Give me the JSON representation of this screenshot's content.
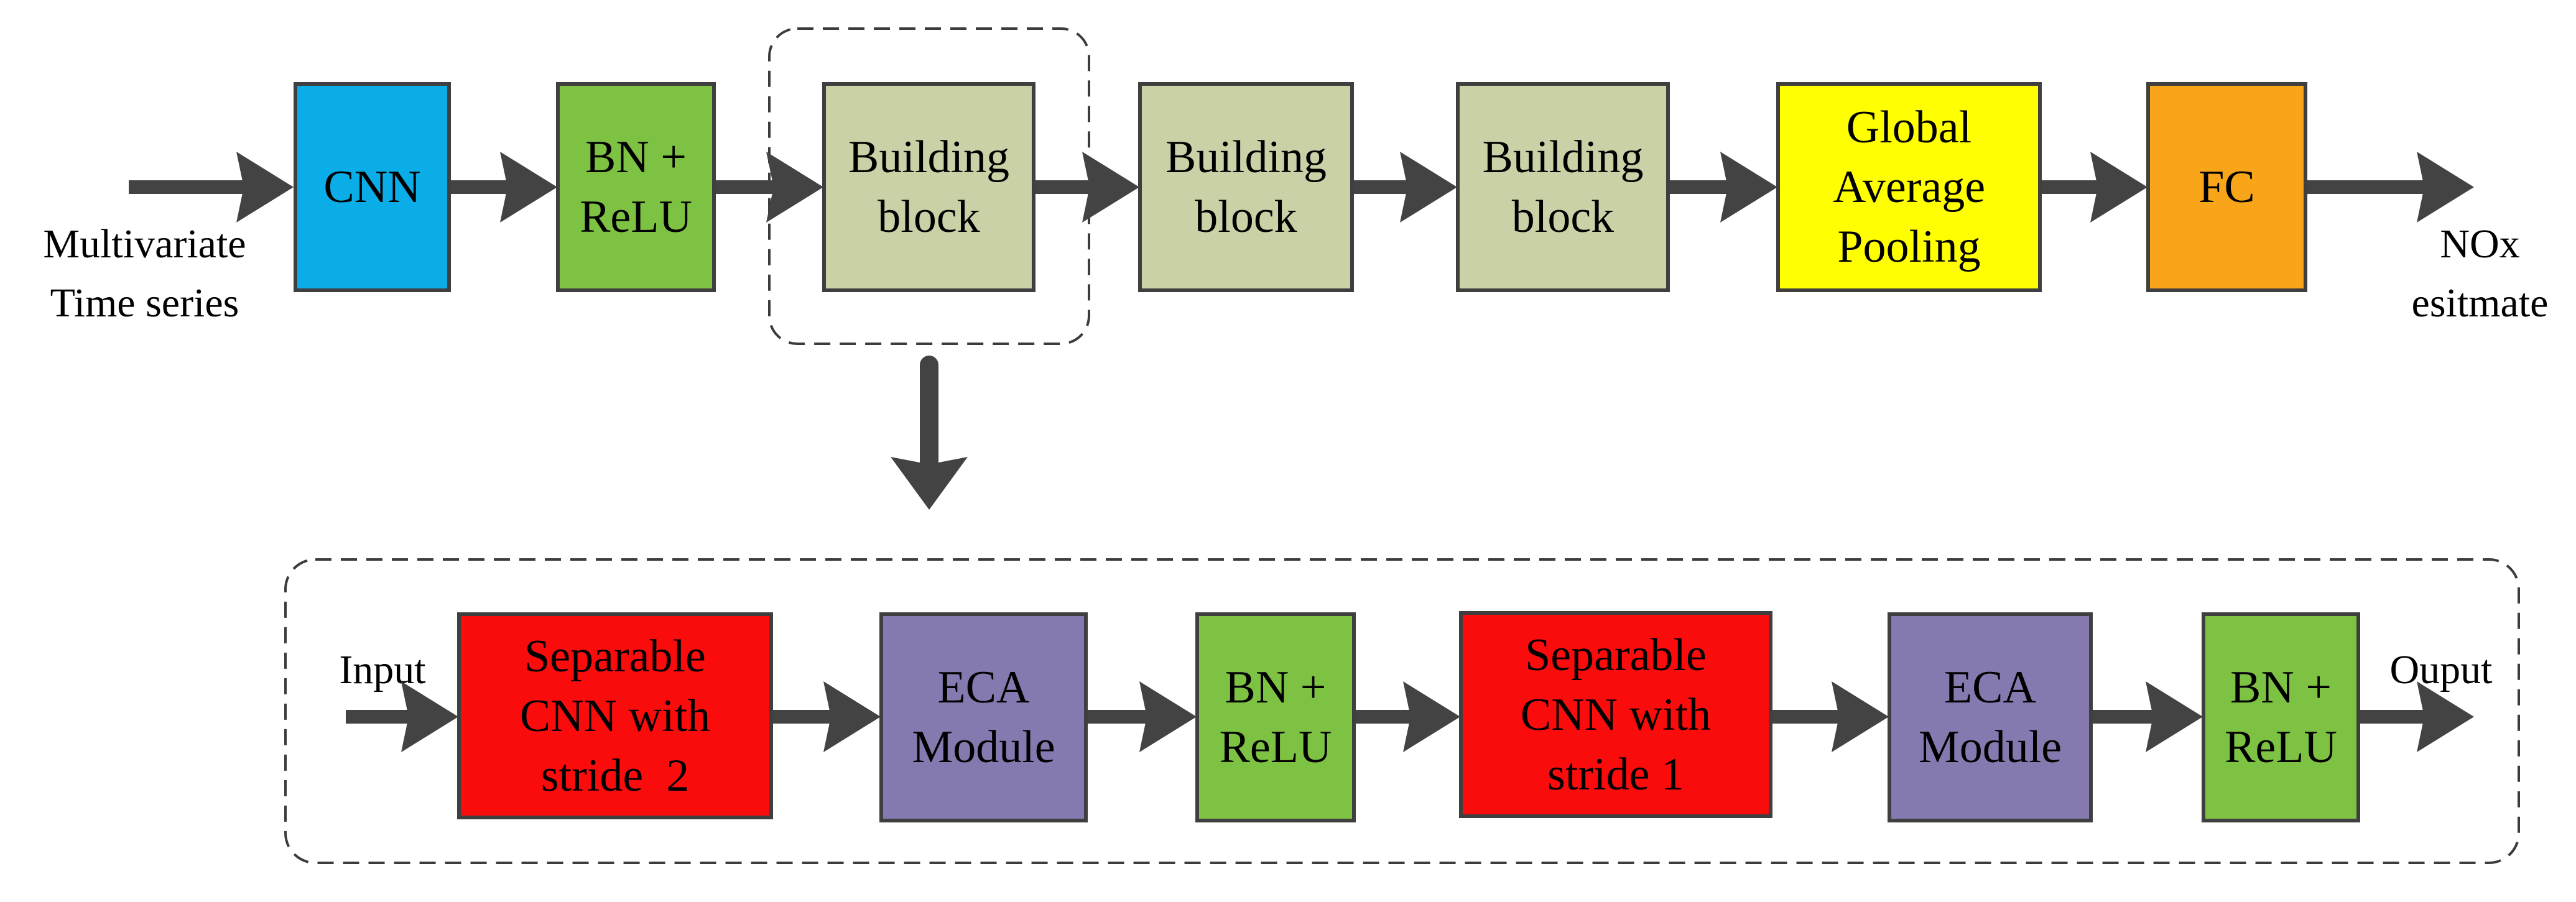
{
  "diagram": {
    "title_semantics": "ECA separable-CNN NOx estimation network architecture",
    "colors": {
      "arrow": "#434343",
      "border": "#3f3f3f",
      "background": "#ffffff",
      "blue": "#0badE8",
      "green": "#7dc242",
      "olive": "#cbd1a6",
      "yellow": "#ffff02",
      "orange": "#f9a51a",
      "red": "#fb0c0c",
      "purple": "#8679af"
    },
    "top_row": {
      "input_label": "Multivariate\nTime series",
      "output_label": "NOx\nesitmate",
      "nodes": [
        {
          "id": "cnn",
          "label": "CNN",
          "color": "#0bade8"
        },
        {
          "id": "bn-relu",
          "label": "BN +\nReLU",
          "color": "#7dc242"
        },
        {
          "id": "building-block-1",
          "label": "Building\nblock",
          "color": "#cbd1a6"
        },
        {
          "id": "building-block-2",
          "label": "Building\nblock",
          "color": "#cbd1a6"
        },
        {
          "id": "building-block-3",
          "label": "Building\nblock",
          "color": "#cbd1a6"
        },
        {
          "id": "global-avg-pool",
          "label": "Global\nAverage\nPooling",
          "color": "#ffff02"
        },
        {
          "id": "fc",
          "label": "FC",
          "color": "#f9a51a"
        }
      ]
    },
    "building_block_detail": {
      "input_label": "Input",
      "output_label": "Ouput",
      "nodes": [
        {
          "id": "separable-cnn-stride-2",
          "label": "Separable\nCNN with\nstride  2",
          "color": "#fb0c0c"
        },
        {
          "id": "eca-module-1",
          "label": "ECA\nModule",
          "color": "#8679af"
        },
        {
          "id": "bn-relu-1",
          "label": "BN +\nReLU",
          "color": "#7dc242"
        },
        {
          "id": "separable-cnn-stride-1",
          "label": "Separable\nCNN with\nstride 1",
          "color": "#fb0c0c"
        },
        {
          "id": "eca-module-2",
          "label": "ECA\nModule",
          "color": "#8679af"
        },
        {
          "id": "bn-relu-2",
          "label": "BN +\nReLU",
          "color": "#7dc242"
        }
      ]
    }
  }
}
